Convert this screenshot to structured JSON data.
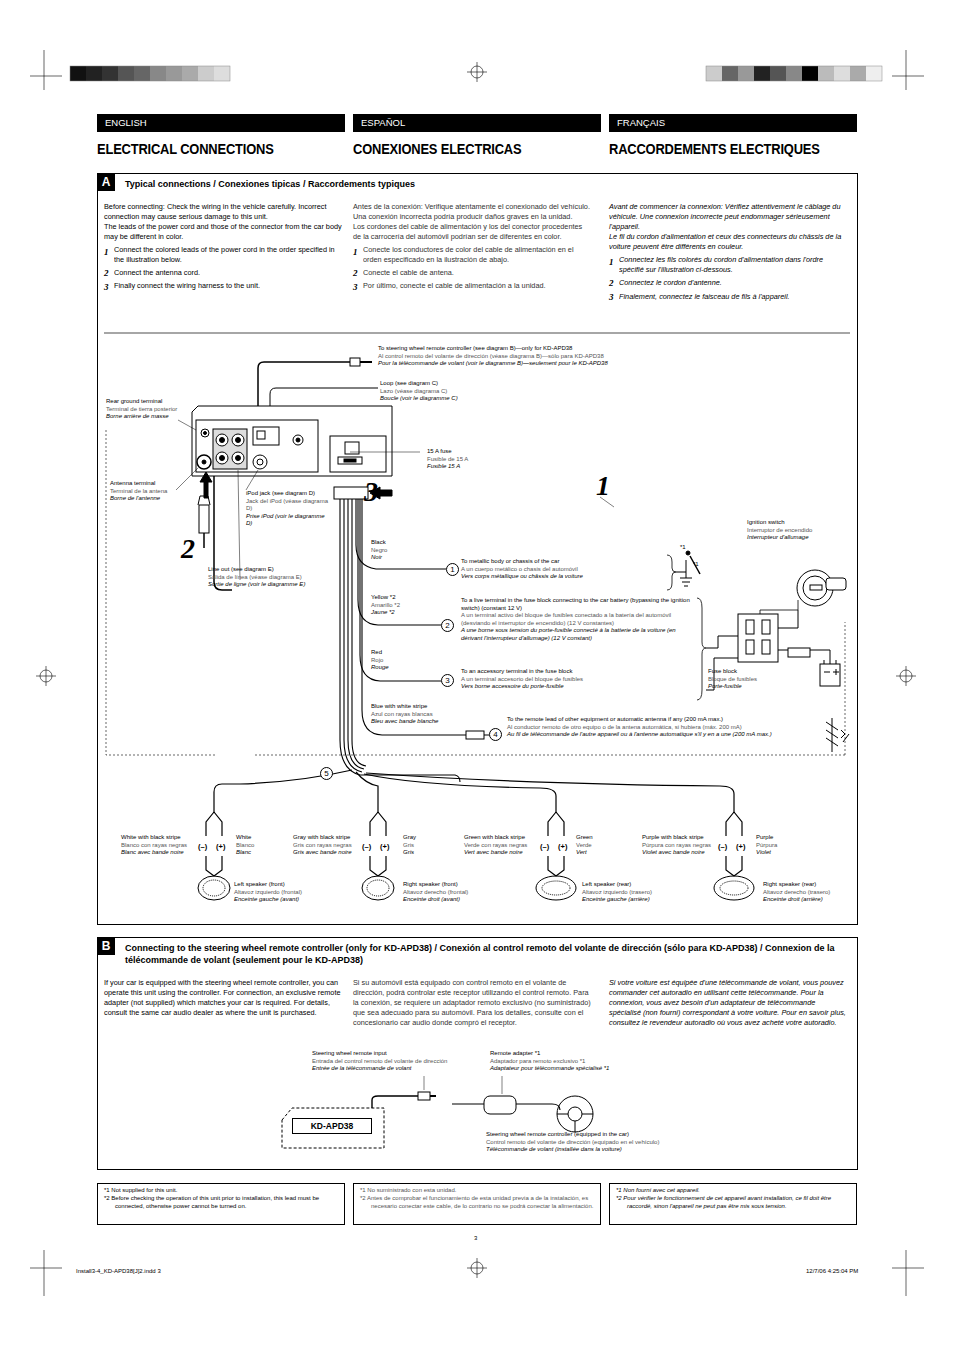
{
  "diagram": {
    "nodes": [
      {
        "text": [
          "ENGLISH"
        ]
      },
      {
        "text": [
          "ESPAÑOL"
        ]
      },
      {
        "text": [
          "FRANÇAIS"
        ]
      },
      {
        "text": [
          "Typical connections / Conexiones tipicas / Raccordements typiques"
        ]
      },
      {
        "text": [
          "A"
        ],
        "in": 3
      },
      {
        "text": [
          "1"
        ],
        "in": 3
      },
      {
        "text": [
          "2"
        ],
        "in": 3
      },
      {
        "text": [
          "3"
        ],
        "in": 3
      },
      {
        "text": [
          "4"
        ],
        "in": 3
      },
      {
        "text": [
          "5"
        ],
        "in": 3
      },
      {
        "text": [
          "Connecting to the steering wheel remote controller (only for KD-APD38) / Conexión al control remoto del volante de dirección (sólo para KD-APD38) / Connexion de la télécommande de volant (seulement pour le KD-APD38)"
        ]
      },
      {
        "text": [
          "B"
        ],
        "in": 10
      },
      {
        "text": [
          "KD-APD38"
        ],
        "in": 10
      },
      {
        "text": [
          "*1 Not supplied for this unit.",
          "*2 Before checking the operation of this unit prior to installation, this lead must be connected, otherwise power cannot be turned on."
        ]
      },
      {
        "text": [
          "*1 No suministrado con esta unidad.",
          "*2 Antes de comprobar el funcionamiento de esta unidad previa a de la instalación, es necesario conectar este cable, de lo contrario no se podrá conectar la alimentación."
        ]
      },
      {
        "text": [
          "*1 Non fourni avec cet appareil.",
          "*2 Pour vérifier le fonctionnement de cet appareil avant installation, ce fil doit être raccordé, sinon l'appareil ne peut pas être mis sous tension."
        ]
      }
    ],
    "labels": [
      "ELECTRICAL CONNECTIONS",
      "CONEXIONES ELECTRICAS",
      "RACCORDEMENTS ELECTRIQUES",
      "Before connecting: Check the wiring in the vehicle carefully. Incorrect connection may cause serious damage to this unit.",
      "The leads of the power cord and those of the connector from the car body may be different in color.",
      "1",
      "Connect the colored leads of the power cord in the order specified in the illustration below.",
      "2",
      "Connect the antenna cord.",
      "3",
      "Finally connect the wiring harness to the unit.",
      "Antes de la conexión: Verifique atentamente el conexionado del vehículo. Una conexión incorrecta podría producir daños graves en la unidad.",
      "Los cordones del cable de alimentación y los del conector procedentes de la carrocería del automóvil podrían ser de diferentes en color.",
      "1",
      "Conecte los conductores de color del cable de alimentación en el orden especificado en la ilustración de abajo.",
      "2",
      "Conecte el cable de antena.",
      "3",
      "Por último, conecte el cable de alimentación a la unidad.",
      "Avant de commencer la connexion: Vérifiez attentivement le câblage du véhicule. Une connexion incorrecte peut endommager sérieusement l'appareil.",
      "Le fil du cordon d'alimentation et ceux des connecteurs du châssis de la voiture peuvent être différents en couleur.",
      "1",
      "Connectez les fils colorés du cordon d'alimentation dans l'ordre spécifié sur l'illustration ci-dessous.",
      "2",
      "Connectez le cordon d'antenne.",
      "3",
      "Finalement, connectez le faisceau de fils à l'appareil.",
      "To steering wheel remote controller (see diagram B)—only for KD-APD38",
      "Al control remoto del volante de dirección (véase diagrama B)—sólo para KD-APD38",
      "Pour la télécommande de volant (voir le diagramme B)—seulement pour le KD-APD38",
      "Loop (see diagram C)",
      "Lazo (véase diagrama C)",
      "Boucle (voir le diagramme C)",
      "Rear ground terminal",
      "Terminal de tierra posterior",
      "Borne arrière de masse",
      "15 A fuse",
      "Fusible de 15 A",
      "Fusible 15 A",
      "Antenna terminal",
      "Terminal de la antena",
      "Borne de l'antenne",
      "iPod jack (see diagram D)",
      "Jack del iPod (véase diagrama D)",
      "Prise iPod (voir le diagramme D)",
      "Line out (see diagram E)",
      "Salida de línea (véase diagrama E)",
      "Sortie de ligne (voir le diagramme E)",
      "Black",
      "Negro",
      "Noir",
      "To metallic body or chassis of the car",
      "A un cuerpo metálico o chasis del automóvil",
      "Vers corps métallique ou châssis de la voiture",
      "Yellow *2",
      "Amarillo *2",
      "Jaune *2",
      "To a live terminal in the fuse block connecting to the car battery (bypassing the ignition switch) (constant 12 V)",
      "A un terminal activo del bloque de fusibles conectado a la batería del automóvil (desviando el interruptor de encendido) (12 V constantes)",
      "A une borne sous tension du porte-fusible connecté à la batterie de la voiture (en dérivant l'interrupteur d'allumage) (12 V constant)",
      "Red",
      "Rojo",
      "Rouge",
      "To an accessory terminal in the fuse block",
      "A un terminal accesorio del bloque de fusibles",
      "Vers borne accessoire du porte-fusible",
      "Blue with white stripe",
      "Azul con rayas blancas",
      "Bleu avec bande blanche",
      "To the remote lead of other equipment or automatic antenna if any (200 mA max.)",
      "Al conductor remoto de otro equipo o de la antena automática, si hubiera (máx. 200 mA)",
      "Au fil de télécommande de l'autre appareil ou à l'antenne automatique s'il y en a une (200 mA max.)",
      "Ignition switch",
      "Interruptor de encendido",
      "Interrupteur d'allumage",
      "Fuse block",
      "Bloque de fusibles",
      "Porte-fusible",
      "White with black stripe",
      "Blanco con rayas negras",
      "Blanc avec bande noire",
      "White",
      "Blanco",
      "Blanc",
      "Gray with black stripe",
      "Gris con rayas negras",
      "Gris avec bande noire",
      "Gray",
      "Gris",
      "Gris",
      "Green with black stripe",
      "Verde con rayas negras",
      "Vert avec bande noire",
      "Green",
      "Verde",
      "Vert",
      "Purple with black stripe",
      "Púrpura con rayas negras",
      "Violet avec bande noire",
      "Purple",
      "Púrpura",
      "Violet",
      "Left speaker (front)",
      "Altavoz izquierdo (frontal)",
      "Enceinte gauche (avant)",
      "Right speaker (front)",
      "Altavoz derecho (frontal)",
      "Enceinte droit (avant)",
      "Left speaker (rear)",
      "Altavoz izquierdo (trasero)",
      "Enceinte gauche (arrière)",
      "Right speaker (rear)",
      "Altavoz derecho (trasero)",
      "Enceinte droit (arrière)",
      "(–)",
      "(+)",
      "(–)",
      "(+)",
      "(–)",
      "(+)",
      "(–)",
      "(+)",
      "1",
      "2",
      "3",
      "*1",
      "*1",
      "If your car is equipped with the steering wheel remote controller, you can operate this unit using the controller. For connection, an exclusive remote adapter (not supplied) which matches your car is required. For details, consult the same car audio dealer as where the unit is purchased.",
      "Si su automóvil está equipado con control remoto en el volante de dirección, podrá controlar este receptor utilizando el control remoto. Para la conexión, se requiere un adaptador remoto exclusivo (no suministrado) que sea adecuado para su automóvil. Para los detalles, consulte con el concesionario car audio donde compró el receptor.",
      "Si votre voiture est équipée d'une télécommande de volant, vous pouvez commander cet autoradio en utilisant cette télécommande. Pour la connexion, vous avez besoin d'un adaptateur de télécommande spécialisé (non fourni) correspondant à votre voiture. Pour en savoir plus, consultez le revendeur autoradio où vous avez acheté votre autoradio.",
      "Steering wheel remote input",
      "Entrada del control remoto del volante de dirección",
      "Entrée de la télécommande de volant",
      "Remote adapter *1",
      "Adaptador para remoto exclusivo *1",
      "Adaptateur pour télécommande spécialisé *1",
      "Steering wheel remote controller (equipped in the car)",
      "Control remoto del volante de dirección (equipado en el vehículo)",
      "Télécommande de volant (installée dans la voiture)",
      "3",
      "Install3-4_KD-APD38[J]2.indd 3",
      "12/7/06 4:25:04 PM"
    ]
  }
}
